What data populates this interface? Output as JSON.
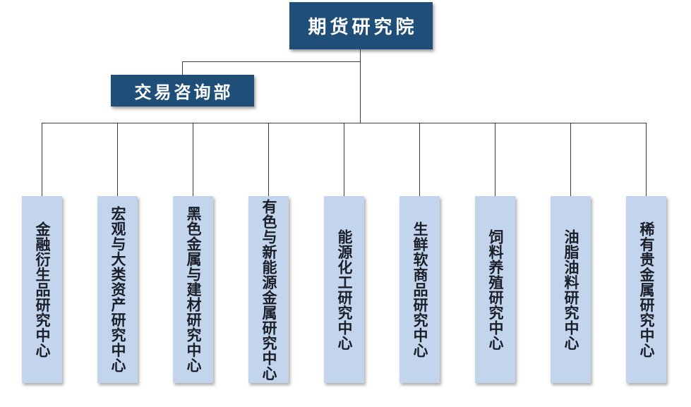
{
  "org": {
    "root": {
      "name": "期货研究院"
    },
    "staff": {
      "name": "交易咨询部"
    },
    "children": [
      {
        "name": "金融衍生品研究中心"
      },
      {
        "name": "宏观与大类资产研究中心"
      },
      {
        "name": "黑色金属与建材研究中心"
      },
      {
        "name": "有色与新能源金属研究中心"
      },
      {
        "name": "能源化工研究中心"
      },
      {
        "name": "生鲜软商品研究中心"
      },
      {
        "name": "饲料养殖研究中心"
      },
      {
        "name": "油脂油料研究中心"
      },
      {
        "name": "稀有贵金属研究中心"
      }
    ]
  },
  "colors": {
    "root_box_fill": "#1F4E79",
    "dept_box_fill": "#C2D5EC",
    "connector_line": "#3A3A3A",
    "root_text": "#FFFFFF",
    "dept_text": "#1A1E28"
  }
}
